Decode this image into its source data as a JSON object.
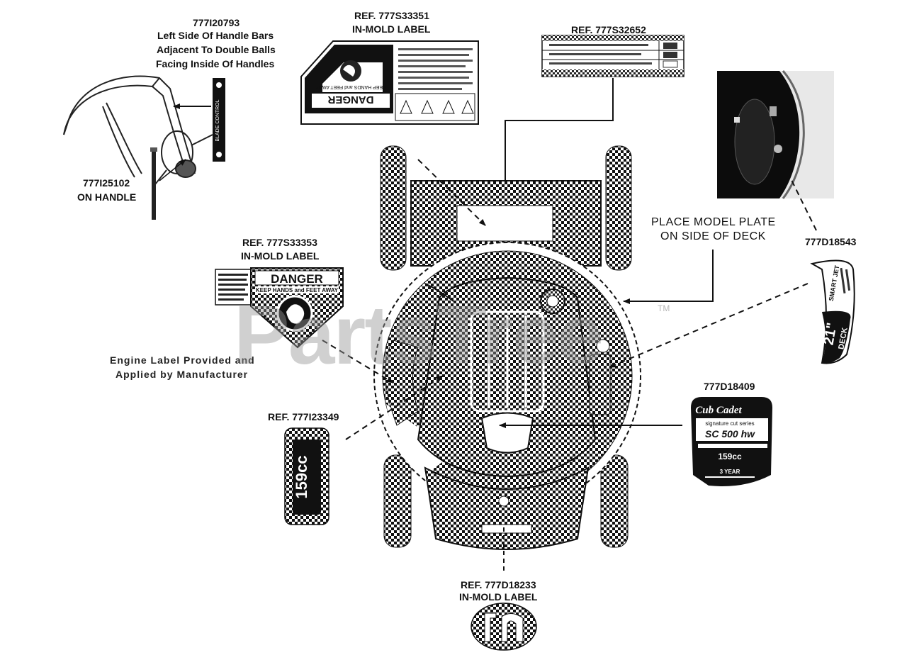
{
  "labels": {
    "part_20793": "777I20793",
    "part_20793_note1": "Left Side Of Handle Bars",
    "part_20793_note2": "Adjacent To Double Balls",
    "part_20793_note3": "Facing Inside Of Handles",
    "part_25102": "777I25102",
    "part_25102_note": "ON HANDLE",
    "ref_33351": "REF. 777S33351",
    "ref_33351_note": "IN-MOLD LABEL",
    "ref_32652": "REF. 777S32652",
    "ref_33353": "REF. 777S33353",
    "ref_33353_note": "IN-MOLD LABEL",
    "engine_note1": "Engine Label Provided and",
    "engine_note2": "Applied by Manufacturer",
    "ref_23349": "REF. 777I23349",
    "model_plate1": "PLACE MODEL PLATE",
    "model_plate2": "ON SIDE OF DECK",
    "part_18543": "777D18543",
    "part_18409": "777D18409",
    "ref_18233": "REF. 777D18233",
    "ref_18233_note": "IN-MOLD LABEL"
  },
  "decals": {
    "danger_word": "DANGER",
    "keep_hands": "KEEP HANDS and FEET AWAY",
    "brand_script": "Cub Cadet",
    "brand_series": "signature cut series",
    "model": "SC 500 hw",
    "engine_cc": "159cc",
    "warranty": "3 YEAR",
    "deck_size": "21\"",
    "deck_word": "DECK",
    "smart_jet": "SMART JET",
    "handle_strip": "BLADE CONTROL",
    "cc_badge": "159cc"
  },
  "watermark": {
    "text": "PartsTree",
    "tm": "TM"
  }
}
